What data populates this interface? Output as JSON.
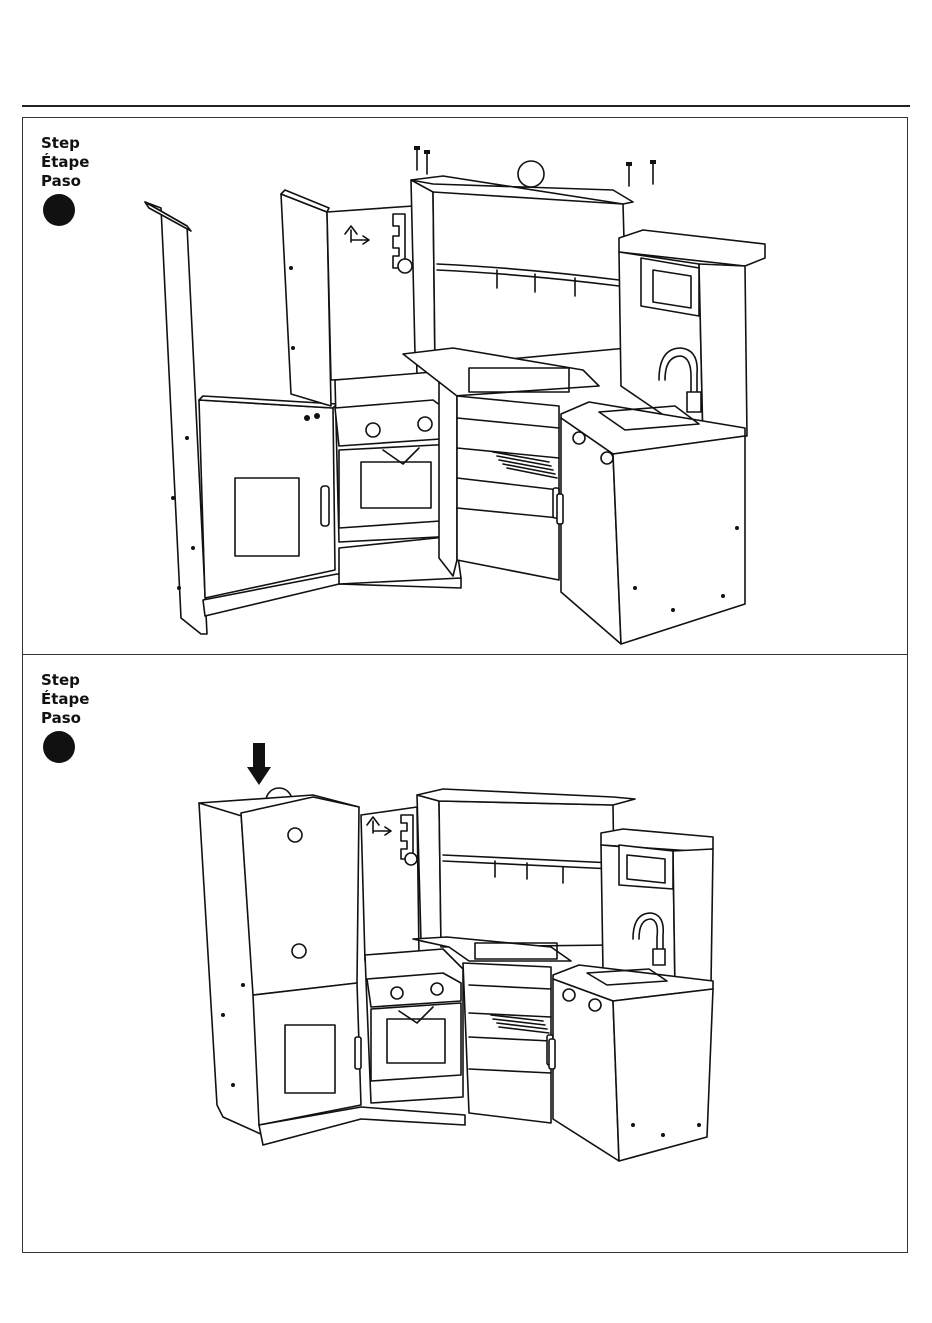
{
  "steps": [
    {
      "labels": [
        "Step",
        "Étape",
        "Paso"
      ]
    },
    {
      "labels": [
        "Step",
        "Étape",
        "Paso"
      ]
    }
  ],
  "icons": {
    "screw": "screw-icon",
    "arrow": "down-arrow-icon",
    "callout": "callout-circle-icon"
  }
}
